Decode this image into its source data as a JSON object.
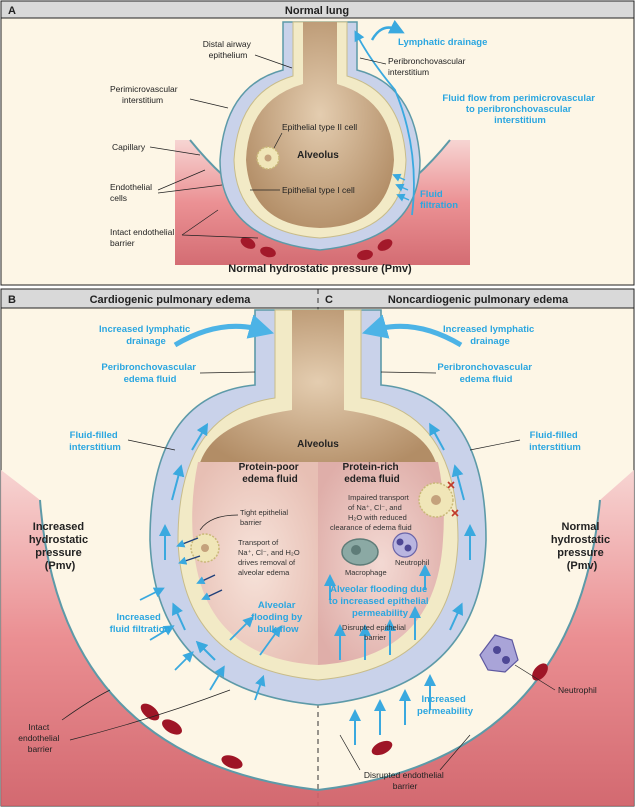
{
  "panel_a": {
    "letter": "A",
    "title": "Normal lung",
    "labels": {
      "distal_airway": [
        "Distal airway",
        "epithelium"
      ],
      "perimicrovascular": [
        "Perimicrovascular",
        "interstitium"
      ],
      "capillary": "Capillary",
      "endothelial": [
        "Endothelial",
        "cells"
      ],
      "intact_barrier": [
        "Intact endothelial",
        "barrier"
      ],
      "type2": "Epithelial type II cell",
      "alveolus": "Alveolus",
      "type1": "Epithelial type I cell",
      "lymphatic": "Lymphatic drainage",
      "peribronchovascular": [
        "Peribronchovascular",
        "interstitium"
      ],
      "fluid_flow": [
        "Fluid flow from perimicrovascular",
        "to peribronchovascular",
        "interstitium"
      ],
      "fluid_filtration": [
        "Fluid",
        "filtration"
      ],
      "pressure": "Normal hydrostatic pressure (Pmv)"
    }
  },
  "panel_b": {
    "letter": "B",
    "title": "Cardiogenic pulmonary edema",
    "labels": {
      "lymphatic": [
        "Increased lymphatic",
        "drainage"
      ],
      "peri_edema": [
        "Peribronchovascular",
        "edema fluid"
      ],
      "fluid_filled": [
        "Fluid-filled",
        "interstitium"
      ],
      "pressure": [
        "Increased",
        "hydrostatic",
        "pressure",
        "(Pmv)"
      ],
      "protein_poor": [
        "Protein-poor",
        "edema fluid"
      ],
      "tight": [
        "Tight epithelial",
        "barrier"
      ],
      "transport": [
        "Transport of",
        "Na⁺, Cl⁻, and H₂O",
        "drives removal of",
        "alveolar edema"
      ],
      "filtration": [
        "Increased",
        "fluid filtration"
      ],
      "flooding": [
        "Alveolar",
        "flooding by",
        "bulk flow"
      ],
      "intact": [
        "Intact",
        "endothelial",
        "barrier"
      ]
    }
  },
  "panel_c": {
    "letter": "C",
    "title": "Noncardiogenic pulmonary edema",
    "labels": {
      "lymphatic": [
        "Increased lymphatic",
        "drainage"
      ],
      "peri_edema": [
        "Peribronchovascular",
        "edema fluid"
      ],
      "fluid_filled": [
        "Fluid-filled",
        "interstitium"
      ],
      "protein_rich": [
        "Protein-rich",
        "edema fluid"
      ],
      "impaired": [
        "Impaired transport",
        "of Na⁺, Cl⁻, and",
        "H₂O with reduced",
        "clearance of edema fluid"
      ],
      "neutrophil": "Neutrophil",
      "macrophage": "Macrophage",
      "flooding": [
        "Alveolar flooding due",
        "to increased epithelial",
        "permeability"
      ],
      "disrupted_epi": [
        "Disrupted epithelial",
        "barrier"
      ],
      "pressure": [
        "Normal",
        "hydrostatic",
        "pressure",
        "(Pmv)"
      ],
      "neutrophil2": "Neutrophil",
      "permeability": [
        "Increased",
        "permeability"
      ],
      "disrupted_endo": [
        "Disrupted endothelial",
        "barrier"
      ]
    }
  },
  "shared": {
    "alveolus": "Alveolus"
  },
  "colors": {
    "frame_bg": "#fdf5e4",
    "header_bg": "#dcdcdc",
    "capillary": "#e58a8e",
    "capillary_light": "#f4c9c8",
    "interstitium": "#c7cfe8",
    "epithelium": "#f3ebc8",
    "alveolus": "#c4a27c",
    "edema_poor": "#f2d5cb",
    "edema_rich": "#eccbc6",
    "arrow_blue": "#3aa9df",
    "red_cell": "#a3192a"
  }
}
